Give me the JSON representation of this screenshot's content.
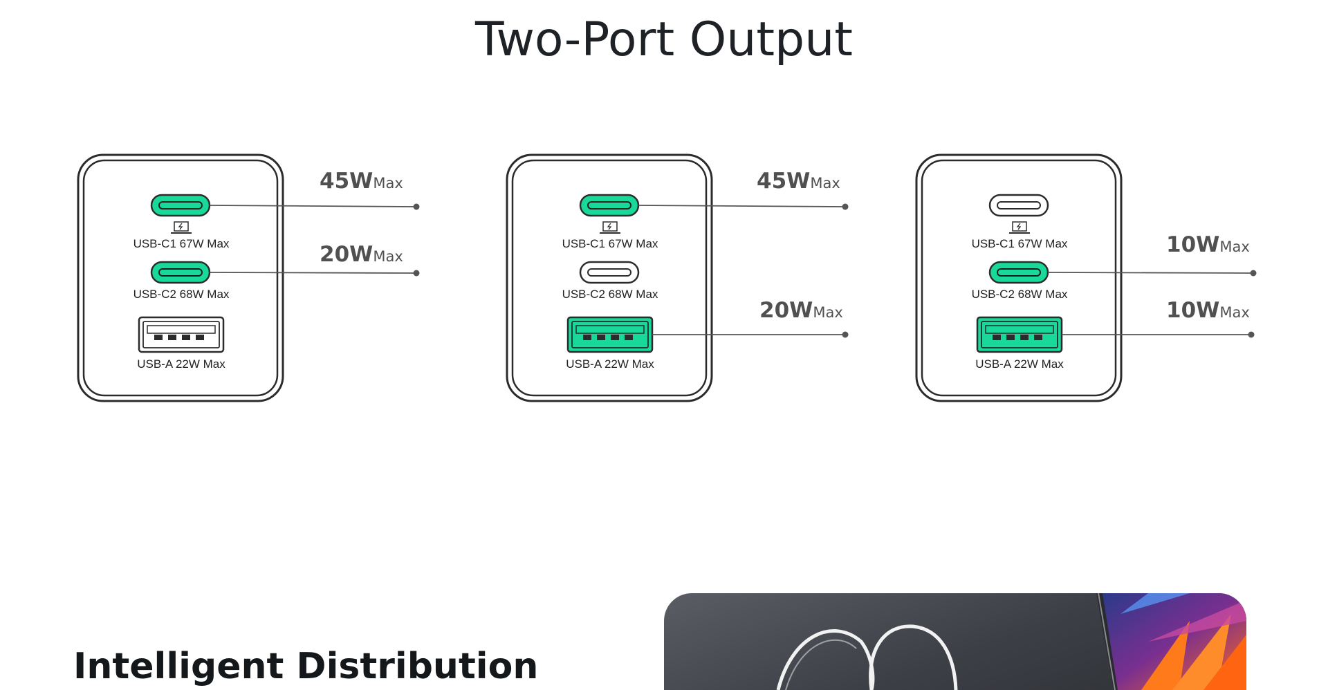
{
  "page": {
    "title": "Two-Port Output"
  },
  "diagrams": [
    {
      "ports": [
        {
          "label": "USB-C1 67W Max",
          "type": "usb-c",
          "active": true
        },
        {
          "label": "USB-C2 68W Max",
          "type": "usb-c",
          "active": true
        },
        {
          "label": "USB-A 22W Max",
          "type": "usb-a",
          "active": false
        }
      ],
      "outputs": [
        {
          "watts": "45W",
          "suffix": "Max",
          "port": "usb-c1"
        },
        {
          "watts": "20W",
          "suffix": "Max",
          "port": "usb-c2"
        }
      ]
    },
    {
      "ports": [
        {
          "label": "USB-C1 67W Max",
          "type": "usb-c",
          "active": true
        },
        {
          "label": "USB-C2 68W Max",
          "type": "usb-c",
          "active": false
        },
        {
          "label": "USB-A 22W Max",
          "type": "usb-a",
          "active": true
        }
      ],
      "outputs": [
        {
          "watts": "45W",
          "suffix": "Max",
          "port": "usb-c1"
        },
        {
          "watts": "20W",
          "suffix": "Max",
          "port": "usb-a"
        }
      ]
    },
    {
      "ports": [
        {
          "label": "USB-C1 67W Max",
          "type": "usb-c",
          "active": false
        },
        {
          "label": "USB-C2 68W Max",
          "type": "usb-c",
          "active": true
        },
        {
          "label": "USB-A 22W Max",
          "type": "usb-a",
          "active": true
        }
      ],
      "outputs": [
        {
          "watts": "10W",
          "suffix": "Max",
          "port": "usb-c2"
        },
        {
          "watts": "10W",
          "suffix": "Max",
          "port": "usb-a"
        }
      ]
    }
  ],
  "icons": {
    "laptop": "laptop-charging-icon"
  },
  "colors": {
    "active_port": "#19d99a",
    "outline": "#2b2b2b",
    "leader_line": "#555555"
  },
  "next_section": {
    "heading": "Intelligent Distribution"
  }
}
